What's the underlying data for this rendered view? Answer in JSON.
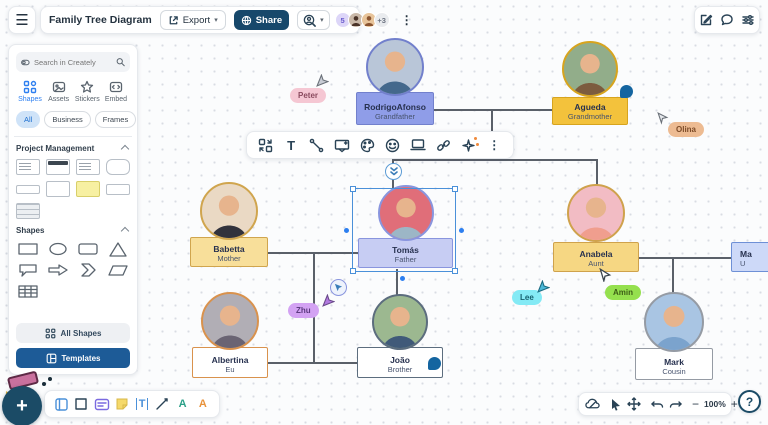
{
  "header": {
    "title": "Family Tree Diagram",
    "export_label": "Export",
    "share_label": "Share",
    "avatar_initial": "5",
    "avatar_overflow": "+3"
  },
  "sidebar": {
    "search_placeholder": "Search in Creately",
    "tabs": [
      {
        "label": "Shapes",
        "active": true
      },
      {
        "label": "Assets",
        "active": false
      },
      {
        "label": "Stickers",
        "active": false
      },
      {
        "label": "Embed",
        "active": false
      }
    ],
    "filters": [
      {
        "label": "All",
        "active": true
      },
      {
        "label": "Business",
        "active": false
      },
      {
        "label": "Frames",
        "active": false
      }
    ],
    "sections": [
      {
        "title": "Project Management"
      },
      {
        "title": "Shapes"
      }
    ],
    "all_shapes_label": "All Shapes",
    "templates_label": "Templates"
  },
  "canvas": {
    "nodes": [
      {
        "name": "RodrigoAfonso",
        "relation": "Grandfather",
        "fill": "#8f9de8",
        "border": "#7280cc",
        "photo_bg": "#b9c6d8",
        "shirt": "#44688c"
      },
      {
        "name": "Agueda",
        "relation": "Grandmother",
        "fill": "#f3c23c",
        "border": "#d7a41e",
        "photo_bg": "#92ad8a",
        "shirt": "#7c5c3e"
      },
      {
        "name": "Babetta",
        "relation": "Mother",
        "fill": "#f8df9a",
        "border": "#d0a54e",
        "photo_bg": "#ead9c4",
        "shirt": "#32323c"
      },
      {
        "name": "Tomás",
        "relation": "Father",
        "fill": "#c7cdf3",
        "border": "#8995de",
        "photo_bg": "#e06e79",
        "shirt": "#9cb6c6"
      },
      {
        "name": "Anabela",
        "relation": "Aunt",
        "fill": "#f6d783",
        "border": "#cfa24c",
        "photo_bg": "#f2bcc4",
        "shirt": "#f09e8e"
      },
      {
        "name": "Ma",
        "relation": "U",
        "fill": "#cdd9f8",
        "border": "#6e90d6",
        "photo_bg": "#c8ccd4",
        "shirt": "#98a0aa"
      },
      {
        "name": "Albertina",
        "relation": "Eu",
        "fill": "#ffffff",
        "border": "#d9924d",
        "photo_bg": "#b1aeb5",
        "shirt": "#6a6473"
      },
      {
        "name": "João",
        "relation": "Brother",
        "fill": "#ffffff",
        "border": "#5c6d7e",
        "photo_bg": "#9cb890",
        "shirt": "#405a79"
      },
      {
        "name": "Mark",
        "relation": "Cousin",
        "fill": "#ffffff",
        "border": "#959ba4",
        "photo_bg": "#a9c5e3",
        "shirt": "#7ba3cd"
      }
    ],
    "collaborators": [
      {
        "name": "Peter",
        "color": "#f5c7d3",
        "text": "#8a4a5e",
        "cursor": "#a8aeb6"
      },
      {
        "name": "Olina",
        "color": "#edbb92",
        "text": "#7c4a26",
        "cursor": "#8a9098"
      },
      {
        "name": "Zhu",
        "color": "#d3a2f3",
        "text": "#5c3a80",
        "cursor": "#b27ae0"
      },
      {
        "name": "Lee",
        "color": "#84eaf5",
        "text": "#16606e",
        "cursor": "#4ab8d8"
      },
      {
        "name": "Amin",
        "color": "#95e04e",
        "text": "#3c5c16",
        "cursor": "#ffffff"
      }
    ]
  },
  "footer": {
    "zoom_level": "100%"
  },
  "icons": {
    "hamburger": "☰",
    "kebab": "⋮",
    "caret_down": "▾",
    "plus": "+",
    "minus": "−",
    "help": "?",
    "text_tool": "T",
    "embed_glyph": "</>",
    "letter_a": "A"
  },
  "colors": {
    "navy": "#17486b",
    "templates_blue": "#1d5b97",
    "accent_blue": "#2d7ff0",
    "selection_blue": "#4a90d9"
  }
}
